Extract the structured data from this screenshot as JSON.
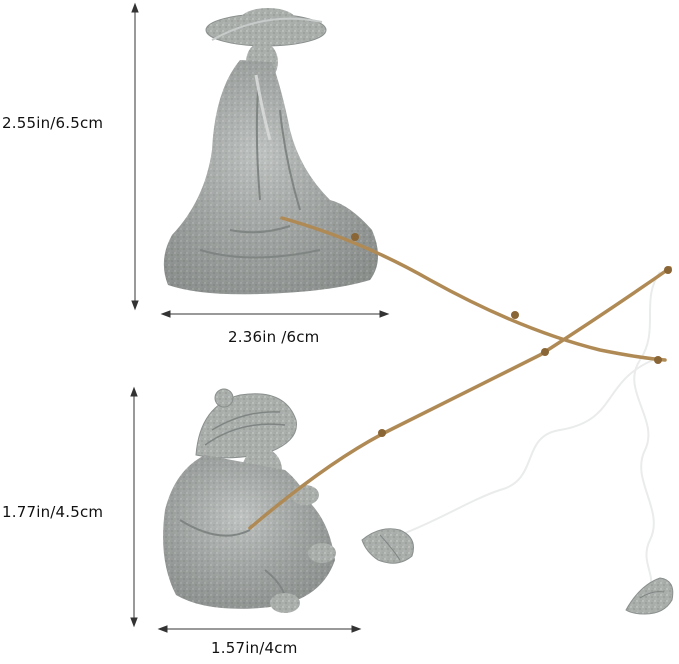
{
  "product_photo": {
    "subject": "Stone fisherman figurines with fishing rods",
    "figurines": [
      {
        "name": "tall-fisherman",
        "height_label": "2.55in/6.5cm",
        "width_label": "2.36in /6cm"
      },
      {
        "name": "short-fisherman",
        "height_label": "1.77in/4.5cm",
        "width_label": "1.57in/4cm"
      }
    ],
    "colors": {
      "background": "#ffffff",
      "stone": "#a9aeab",
      "stone_dark": "#7f8582",
      "stone_light": "#d3d6d4",
      "bamboo": "#b08a55",
      "bamboo_knot": "#8a6535",
      "line": "#111111"
    }
  }
}
